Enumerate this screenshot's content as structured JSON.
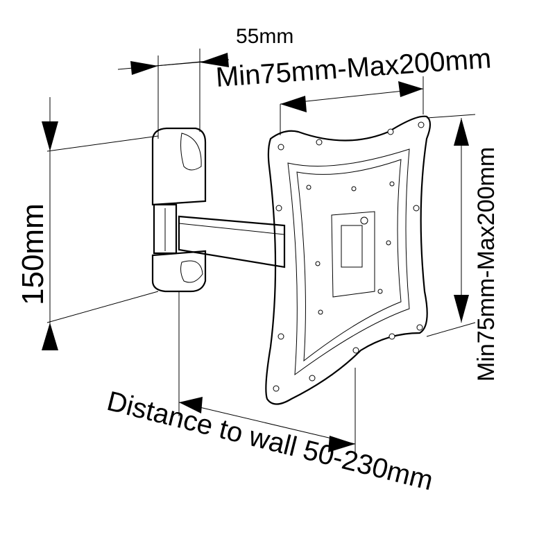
{
  "dimensions": {
    "arm_width": "55mm",
    "vesa_horizontal": "Min75mm-Max200mm",
    "vesa_vertical": "Min75mm-Max200mm",
    "wall_plate_height": "150mm",
    "distance_to_wall": "Distance to wall 50-230mm"
  },
  "colors": {
    "line": "#000000",
    "part_fill": "#ffffff",
    "shade": "#cfcfcf"
  }
}
